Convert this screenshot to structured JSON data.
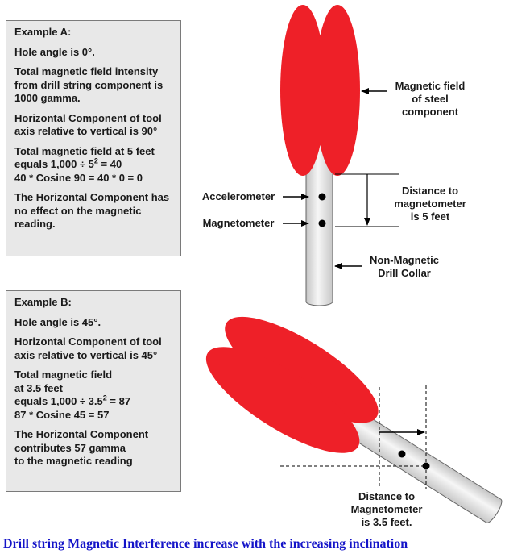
{
  "example_a": {
    "title": "Example A:",
    "hole_angle": "Hole angle is 0°.",
    "field_intensity": "Total magnetic field intensity from drill string component is 1000 gamma.",
    "horizontal_component": "Horizontal Component of tool axis relative to vertical is 90°",
    "field_line1_prefix": "Total magnetic field at 5 feet equals 1,000 ÷ 5",
    "field_line1_exp": "2",
    "field_line1_suffix": " = 40",
    "field_line2": "40 * Cosine 90 = 40 * 0 = 0",
    "conclusion": "The Horizontal Component has no effect on the magnetic reading."
  },
  "example_b": {
    "title": "Example B:",
    "hole_angle": "Hole angle is 45°.",
    "horizontal_component": "Horizontal Component of tool axis relative to vertical is 45°",
    "field_line1": "Total magnetic field",
    "field_line2": "at 3.5 feet",
    "field_line3_prefix": "equals 1,000 ÷ 3.5",
    "field_line3_exp": "2",
    "field_line3_suffix": " = 87",
    "field_line4": "87 * Cosine 45 = 57",
    "conclusion_line1": "The Horizontal Component",
    "conclusion_line2": "contributes 57 gamma",
    "conclusion_line3": "to the magnetic reading"
  },
  "labels": {
    "magnetic_field_1": "Magnetic field",
    "magnetic_field_2": "of steel",
    "magnetic_field_3": "component",
    "accelerometer": "Accelerometer",
    "magnetometer": "Magnetometer",
    "distance_1": "Distance to",
    "distance_2": "magnetometer",
    "distance_3": "is 5 feet",
    "collar_1": "Non-Magnetic",
    "collar_2": "Drill Collar",
    "distance_b_1": "Distance to",
    "distance_b_2": "Magnetometer",
    "distance_b_3": "is 3.5 feet."
  },
  "caption": "Drill string Magnetic Interference increase with the increasing inclination",
  "colors": {
    "magnetic_field": "#ee2028",
    "collar_fill": "#dcdcdc",
    "caption": "#1414c8",
    "box_fill": "#e8e8e8"
  }
}
